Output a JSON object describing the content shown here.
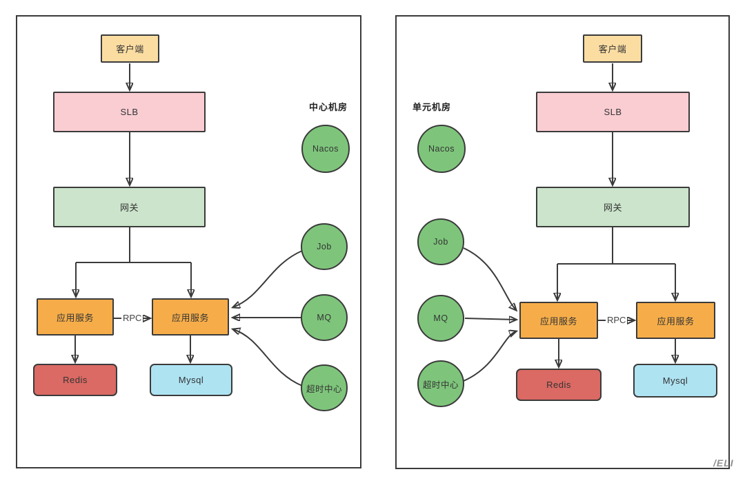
{
  "colors": {
    "stroke": "#3a3a3a",
    "client-fill": "#fbdda2",
    "slb-fill": "#f9cdd2",
    "gateway-fill": "#cbe4cb",
    "app-fill": "#f6ad49",
    "redis-fill": "#da6a63",
    "mysql-fill": "#aee3f2",
    "circle-fill": "#7ec57b",
    "label-color": "#333333",
    "watermark-color": "#8f8f8f"
  },
  "panels": {
    "center": {
      "region_label": "中心机房",
      "client": "客户端",
      "slb": "SLB",
      "gateway": "网关",
      "app_left": "应用服务",
      "app_right": "应用服务",
      "redis": "Redis",
      "mysql": "Mysql",
      "nacos": "Nacos",
      "job": "Job",
      "mq": "MQ",
      "timeout_center": "超时中心",
      "rpc_label": "RPC"
    },
    "unit": {
      "region_label": "单元机房",
      "client": "客户端",
      "slb": "SLB",
      "gateway": "网关",
      "app_left": "应用服务",
      "app_right": "应用服务",
      "redis": "Redis",
      "mysql": "Mysql",
      "nacos": "Nacos",
      "job": "Job",
      "mq": "MQ",
      "timeout_center": "超时中心",
      "rpc_label": "RPC"
    }
  },
  "watermark": "/ELI"
}
